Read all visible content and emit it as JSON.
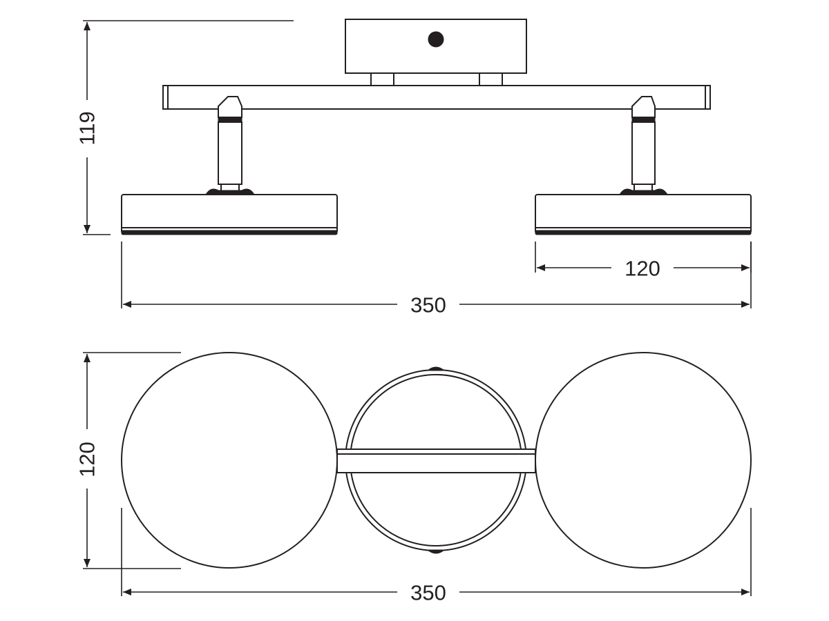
{
  "side_view": {
    "height_label": "119",
    "head_diameter_label": "120",
    "total_width_label": "350"
  },
  "top_view": {
    "depth_label": "120",
    "total_width_label": "350"
  },
  "colors": {
    "line": "#231f20",
    "background": "#ffffff"
  }
}
